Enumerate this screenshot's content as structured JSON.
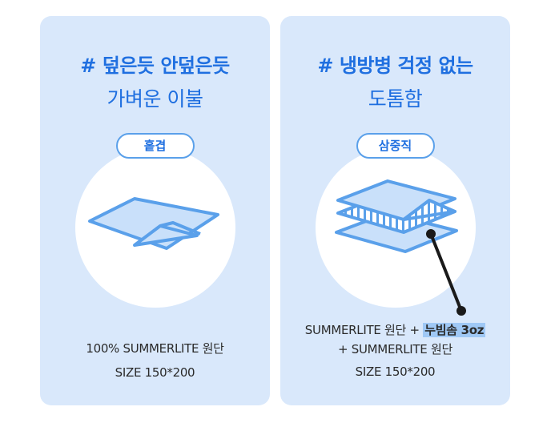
{
  "left_card": {
    "headline": "# 덮은듯 안덮은듯",
    "subline": "가벼운 이불",
    "badge": "홑겹",
    "desc_line1": "100% SUMMERLITE 원단",
    "desc_line2": "SIZE 150*200"
  },
  "right_card": {
    "headline": "# 냉방병 걱정 없는",
    "subline": "도톰함",
    "badge": "삼중직",
    "desc_line1_prefix": "SUMMERLITE 원단 + ",
    "desc_line1_highlight": "누빔솜 3oz",
    "desc_line2": "+ SUMMERLITE 원단",
    "desc_line3": "SIZE 150*200"
  },
  "colors": {
    "card_bg": "#d9e8fb",
    "accent": "#1f6fe0",
    "outline": "#5aa0ea",
    "highlight": "#9fc8f5"
  }
}
